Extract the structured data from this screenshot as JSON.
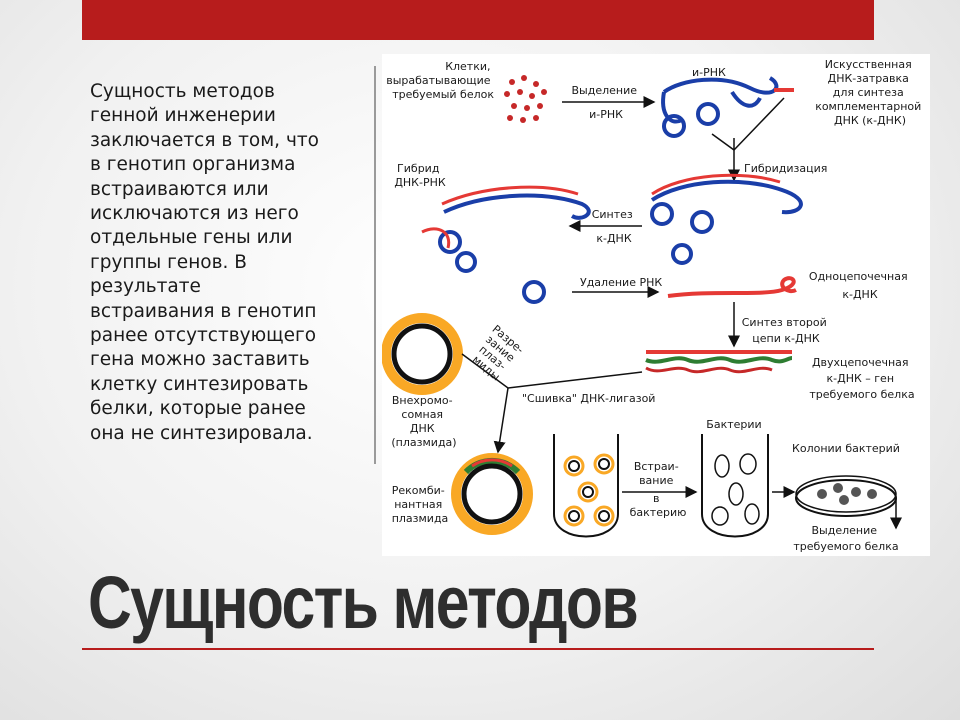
{
  "slide": {
    "title": "Сущность методов",
    "body": "Сущность методов\nгенной инженерии\nзаключается в том, что\nв генотип организма\nвстраиваются или\nисключаются из него\nотдельные гены или\nгруппы генов. В\nрезультате\nвстраивания в генотип\nранее отсутствующего\nгена можно заставить\nклетку синтезировать\nбелки, которые ранее\nона не синтезировала.",
    "accent_color": "#b71c1c"
  },
  "diagram": {
    "labels": {
      "cells": [
        "Клетки,",
        "вырабатывающие",
        "требуемый белок"
      ],
      "isolation": [
        "Выделение",
        "и-РНК"
      ],
      "mrna": "и-РНК",
      "primer": [
        "Искусственная",
        "ДНК-затравка",
        "для синтеза",
        "комплементарной",
        "ДНК    (к-ДНК)"
      ],
      "hybridization": "Гибридизация",
      "hybrid": [
        "Гибрид",
        "ДНК-РНК"
      ],
      "synthesis": [
        "Синтез",
        "к-ДНК"
      ],
      "rna_removal": "Удаление РНК",
      "single_strand": [
        "Одноцепочечная",
        "к-ДНК"
      ],
      "second_chain": [
        "Синтез второй",
        "цепи к-ДНК"
      ],
      "double_strand": [
        "Двухцепочечная",
        "к-ДНК – ген",
        "требуемого белка"
      ],
      "cutting": [
        "Разре-",
        "зание",
        "плаз-",
        "миды"
      ],
      "extrachromosomal": [
        "Внехромо-",
        "сомная",
        "ДНК",
        "(плазмида)"
      ],
      "ligase": "\"Сшивка\" ДНК-лигазой",
      "recombinant": [
        "Рекомби-",
        "нантная",
        "плазмида"
      ],
      "insertion": [
        "Встраи-",
        "вание",
        "в",
        "бактерию"
      ],
      "bacteria": "Бактерии",
      "colonies": "Колонии бактерий",
      "protein_isolation": [
        "Выделение",
        "требуемого белка"
      ]
    }
  }
}
